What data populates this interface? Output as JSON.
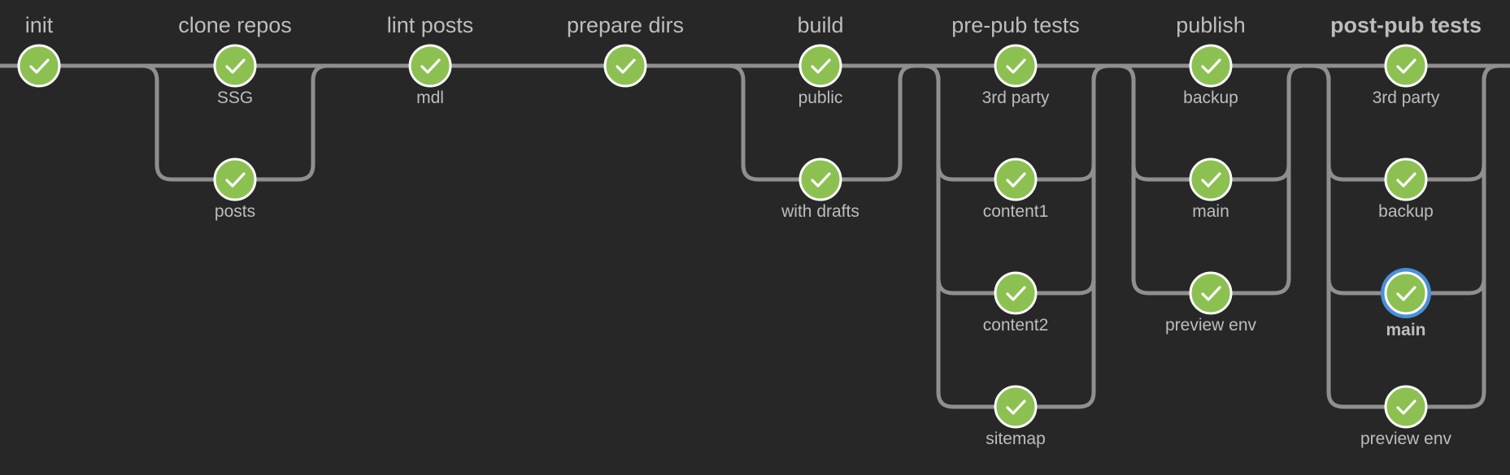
{
  "colors": {
    "background": "#272727",
    "connector": "#8f8f8f",
    "success": "#8cc152",
    "node_ring": "#ffffff",
    "selected_ring": "#4a90d9",
    "label": "#bdbdbd"
  },
  "status_icon": "check-icon",
  "stages": [
    {
      "name": "init",
      "steps": [
        {
          "label": "",
          "status": "success"
        }
      ]
    },
    {
      "name": "clone repos",
      "steps": [
        {
          "label": "SSG",
          "status": "success"
        },
        {
          "label": "posts",
          "status": "success"
        }
      ]
    },
    {
      "name": "lint posts",
      "steps": [
        {
          "label": "mdl",
          "status": "success"
        }
      ]
    },
    {
      "name": "prepare dirs",
      "steps": [
        {
          "label": "",
          "status": "success"
        }
      ]
    },
    {
      "name": "build",
      "steps": [
        {
          "label": "public",
          "status": "success"
        },
        {
          "label": "with drafts",
          "status": "success"
        }
      ]
    },
    {
      "name": "pre-pub tests",
      "steps": [
        {
          "label": "3rd party",
          "status": "success"
        },
        {
          "label": "content1",
          "status": "success"
        },
        {
          "label": "content2",
          "status": "success"
        },
        {
          "label": "sitemap",
          "status": "success"
        }
      ]
    },
    {
      "name": "publish",
      "steps": [
        {
          "label": "backup",
          "status": "success"
        },
        {
          "label": "main",
          "status": "success"
        },
        {
          "label": "preview env",
          "status": "success"
        }
      ]
    },
    {
      "name": "post-pub tests",
      "active": true,
      "steps": [
        {
          "label": "3rd party",
          "status": "success"
        },
        {
          "label": "backup",
          "status": "success"
        },
        {
          "label": "main",
          "status": "success",
          "selected": true
        },
        {
          "label": "preview env",
          "status": "success"
        }
      ]
    }
  ]
}
